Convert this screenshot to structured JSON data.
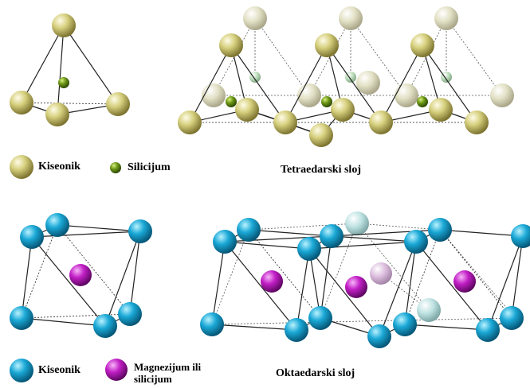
{
  "colors": {
    "oxygen_tetra": "#d6d07e",
    "oxygen_tetra_faded": "#e2e0c4",
    "silicon": "#6f9a18",
    "silicon_faded": "#bfe0bf",
    "oxygen_octa": "#1aa8d6",
    "oxygen_octa_faded": "#bfe2e2",
    "magnesium": "#c21fc6",
    "magnesium_faded": "#dcbede",
    "bond_line": "#222222"
  },
  "labels": {
    "legend_oxygen_top": "Kiseonik",
    "legend_silicon": "Silicijum",
    "tetra_layer": "Tetraedarski sloj",
    "legend_oxygen_bottom": "Kiseonik",
    "legend_magnesium_line1": "Magnezijum ili",
    "legend_magnesium_line2": "silicijum",
    "octa_layer": "Oktaedarski sloj"
  },
  "icons": {
    "oxygen_tetra": "sphere-icon",
    "silicon": "sphere-icon",
    "oxygen_octa": "sphere-icon",
    "magnesium": "sphere-icon"
  }
}
